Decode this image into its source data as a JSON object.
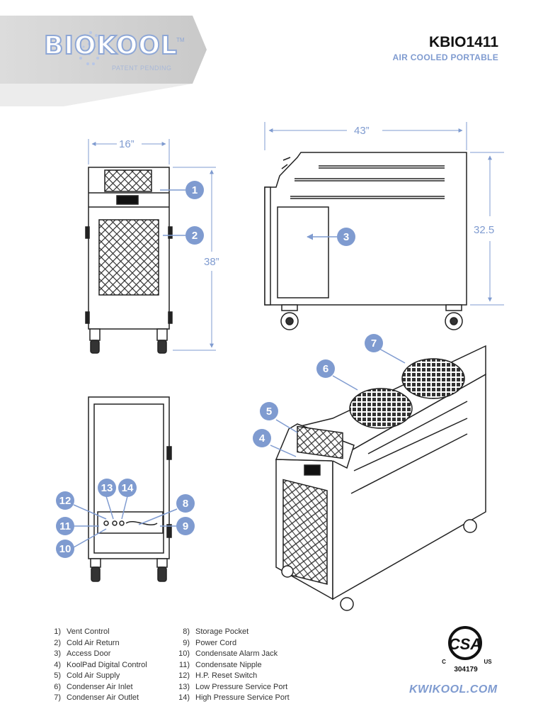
{
  "brand": {
    "logo_text": "BIOKOOL",
    "trademark": "TM",
    "tagline": "PATENT PENDING",
    "accent_color": "#7f9bd0"
  },
  "header": {
    "model": "KBIO1411",
    "subtitle": "AIR COOLED PORTABLE"
  },
  "dimensions": {
    "width": "16”",
    "height": "38”",
    "length": "43”",
    "side_height": "32.5"
  },
  "callouts": [
    "1",
    "2",
    "3",
    "4",
    "5",
    "6",
    "7",
    "8",
    "9",
    "10",
    "11",
    "12",
    "13",
    "14"
  ],
  "legend": {
    "col1": [
      {
        "num": "1)",
        "label": "Vent Control"
      },
      {
        "num": "2)",
        "label": "Cold Air Return"
      },
      {
        "num": "3)",
        "label": "Access Door"
      },
      {
        "num": "4)",
        "label": "KoolPad Digital Control"
      },
      {
        "num": "5)",
        "label": "Cold Air Supply"
      },
      {
        "num": "6)",
        "label": "Condenser Air Inlet"
      },
      {
        "num": "7)",
        "label": "Condenser Air Outlet"
      }
    ],
    "col2": [
      {
        "num": "8)",
        "label": "Storage Pocket"
      },
      {
        "num": "9)",
        "label": "Power Cord"
      },
      {
        "num": "10)",
        "label": "Condensate Alarm Jack"
      },
      {
        "num": "11)",
        "label": "Condensate Nipple"
      },
      {
        "num": "12)",
        "label": "H.P. Reset Switch"
      },
      {
        "num": "13)",
        "label": "Low Pressure Service Port"
      },
      {
        "num": "14)",
        "label": "High Pressure Service Port"
      }
    ]
  },
  "certification": {
    "mark": "CSA",
    "left": "C",
    "right": "US",
    "number": "304179"
  },
  "website": "KWIKOOL.COM"
}
